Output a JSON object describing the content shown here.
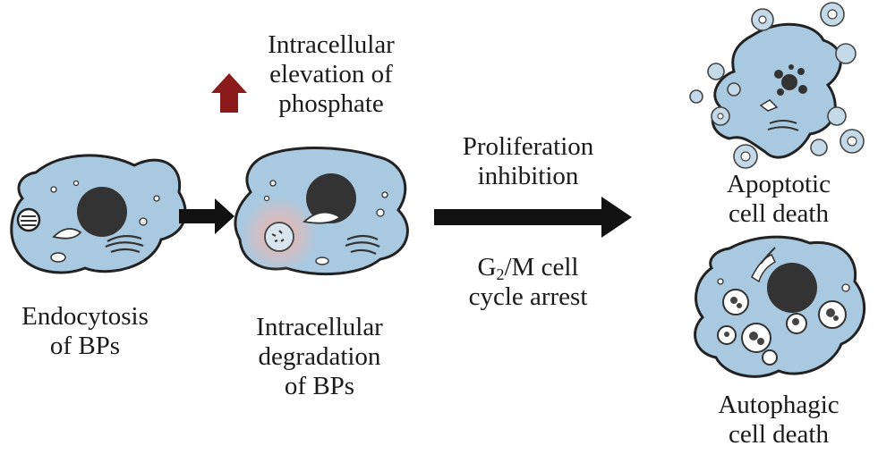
{
  "labels": {
    "endocytosis": [
      "Endocytosis",
      "of BPs"
    ],
    "elevation": [
      "Intracellular",
      "elevation of",
      "phosphate"
    ],
    "degradation": [
      "Intracellular",
      "degradation",
      "of BPs"
    ],
    "proliferation": [
      "Proliferation",
      "inhibition"
    ],
    "arrest_main": "G",
    "arrest_sub": "2",
    "arrest_rest": "/M cell",
    "arrest_line2": "cycle arrest",
    "apoptotic": [
      "Apoptotic",
      "cell death"
    ],
    "autophagic": [
      "Autophagic",
      "cell death"
    ]
  },
  "colors": {
    "cell_fill": "#a9c9e0",
    "cell_outline": "#222222",
    "nucleus": "#333333",
    "arrow": "#111111",
    "up_arrow": "#8b1a1a",
    "glow": "#f6b3a8"
  },
  "icons": {
    "up_arrow": "up-arrow-icon",
    "process_arrow": "right-arrow-icon"
  }
}
